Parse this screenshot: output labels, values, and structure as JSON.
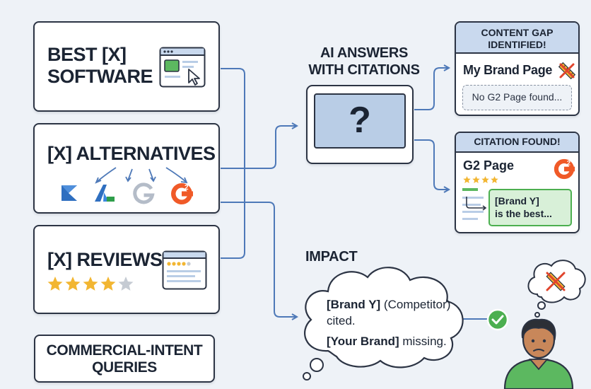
{
  "queries": [
    {
      "line1": "BEST [X]",
      "line2": "SOFTWARE"
    },
    {
      "line1": "[X] ALTERNATIVES"
    },
    {
      "line1": "[X] REVIEWS"
    }
  ],
  "alternatives_logos": [
    "capterra-icon",
    "trustradius-icon",
    "google-icon",
    "g2-icon"
  ],
  "reviews_rating_stars": 4,
  "reviews_rating_max": 5,
  "commercial_label": {
    "line1": "COMMERCIAL-INTENT",
    "line2": "QUERIES"
  },
  "ai_answers": {
    "line1": "AI ANSWERS",
    "line2": "WITH CITATIONS",
    "symbol": "?"
  },
  "content_gap": {
    "header_line1": "CONTENT GAP",
    "header_line2": "IDENTIFIED!",
    "title": "My Brand Page",
    "note": "No G2 Page found..."
  },
  "citation_found": {
    "header": "CITATION FOUND!",
    "title": "G2 Page",
    "stars": 4,
    "quote_line1": "[Brand Y]",
    "quote_line2": "is the best..."
  },
  "impact": {
    "title": "IMPACT",
    "brand_y": "[Brand Y]",
    "competitor": " (Competitor)",
    "cited": "cited.",
    "your_brand": "[Your Brand]",
    "missing": " missing."
  },
  "colors": {
    "accent_blue": "#4e79b8",
    "panel_blue": "#c9d9ee",
    "screen_blue": "#b9cde6",
    "green": "#4caf50",
    "star_gold": "#f2b632",
    "g2_orange": "#f05a28",
    "outline": "#2c3444"
  }
}
